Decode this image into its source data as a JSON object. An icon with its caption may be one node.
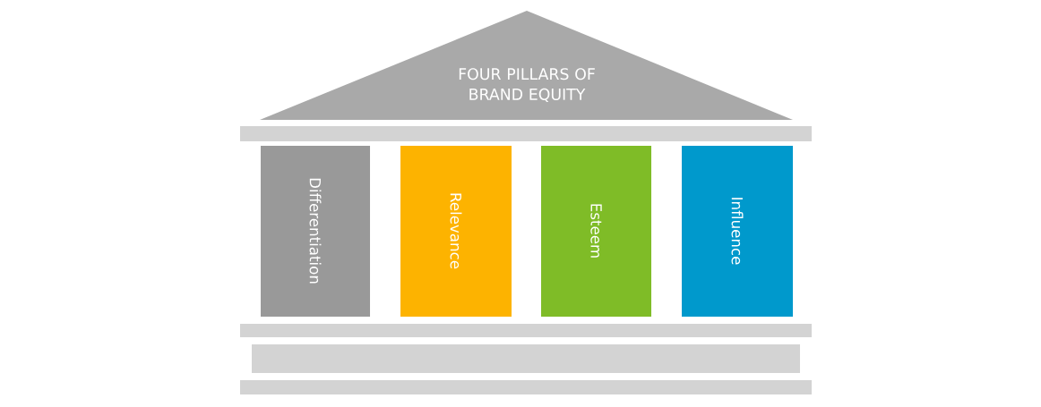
{
  "diagram": {
    "nodes": [
      {
        "text": [
          "FOUR PILLARS OF BRAND EQUITY"
        ]
      },
      {
        "text": [
          "Differentiation"
        ]
      },
      {
        "text": [
          "Relevance"
        ]
      },
      {
        "text": [
          "Esteem"
        ]
      },
      {
        "text": [
          "Influence"
        ]
      }
    ]
  }
}
